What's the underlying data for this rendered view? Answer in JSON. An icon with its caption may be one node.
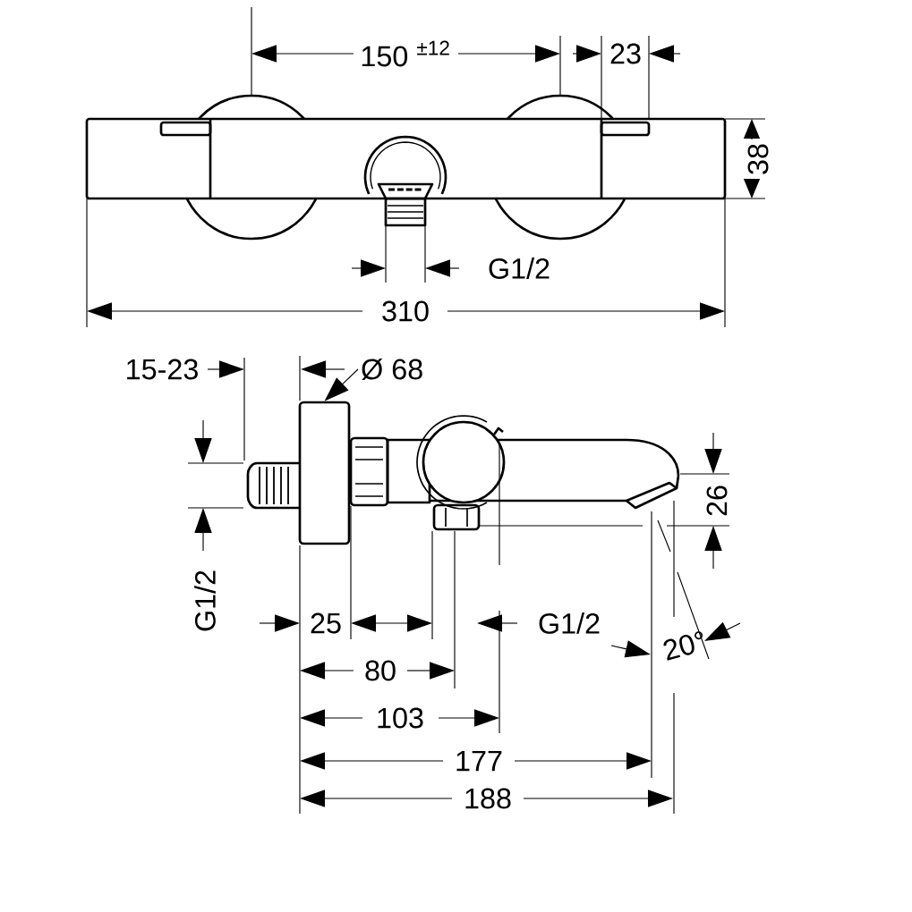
{
  "diagram": {
    "nodes": [
      {
        "text": [
          "Ø 68"
        ]
      },
      {
        "text": [],
        "shape": "box"
      }
    ],
    "edges": [
      {
        "from": 0,
        "to": 1,
        "arrow": "to"
      }
    ],
    "labels": [
      "150 $^{±12}$",
      "23",
      "38",
      "G1/2",
      "310",
      "15-23",
      "26",
      "G1/2",
      "25",
      "G1/2",
      "20°",
      "80",
      "103",
      "177",
      "188"
    ]
  }
}
